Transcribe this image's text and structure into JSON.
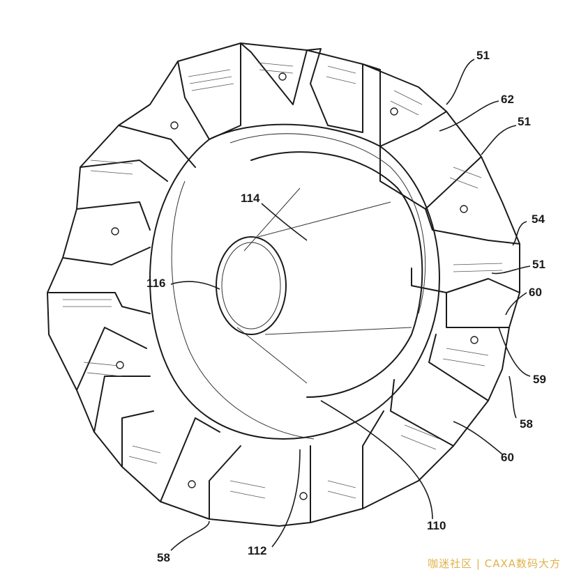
{
  "labels": {
    "l51a": "51",
    "l62": "62",
    "l51b": "51",
    "l54": "54",
    "l51c": "51",
    "l60a": "60",
    "l59": "59",
    "l58a": "58",
    "l60b": "60",
    "l110": "110",
    "l112": "112",
    "l58b": "58",
    "l114": "114",
    "l116": "116"
  },
  "watermark": "咖迷社区 | CAXA数码大方"
}
